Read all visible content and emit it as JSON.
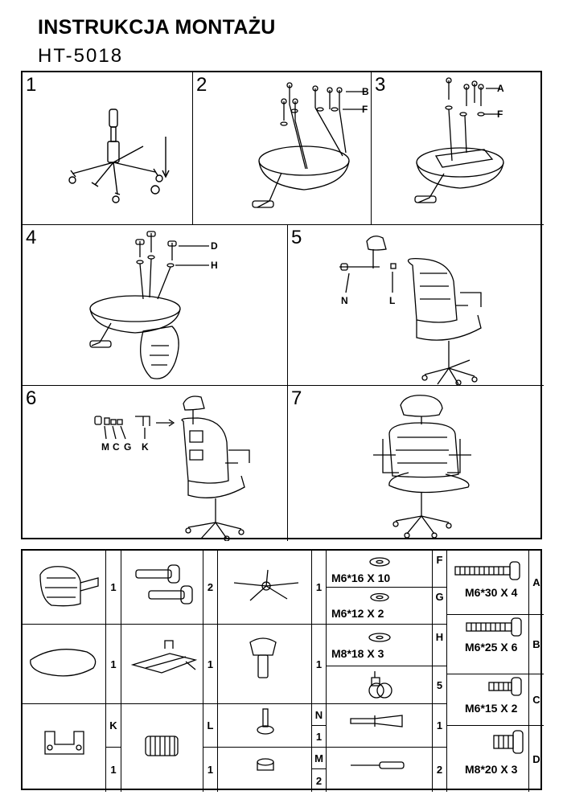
{
  "header": {
    "title": "INSTRUKCJA MONTAŻU",
    "model": "HT-5018"
  },
  "steps": [
    {
      "num": "1"
    },
    {
      "num": "2",
      "labels": [
        "B",
        "F"
      ]
    },
    {
      "num": "3",
      "labels": [
        "A",
        "F"
      ]
    },
    {
      "num": "4",
      "labels": [
        "D",
        "H"
      ]
    },
    {
      "num": "5",
      "labels": [
        "N",
        "L"
      ]
    },
    {
      "num": "6",
      "labels": [
        "M",
        "C",
        "G",
        "K"
      ]
    },
    {
      "num": "7"
    }
  ],
  "parts": {
    "backrest_qty": "1",
    "armrests_qty": "2",
    "base_qty": "1",
    "seat_qty": "1",
    "mechanism_qty": "1",
    "headrest_bracket_qty": "1",
    "castor_qty": "5",
    "gaslift_qty": "1",
    "k": {
      "letter": "K",
      "qty": "1"
    },
    "l": {
      "letter": "L",
      "qty": "1"
    },
    "n": {
      "letter": "N",
      "qty": "1"
    },
    "m": {
      "letter": "M",
      "qty": "2"
    },
    "washers": [
      {
        "spec": "M6*16  X 10",
        "letter": "F"
      },
      {
        "spec": "M6*12  X 2",
        "letter": "G"
      },
      {
        "spec": "M8*18  X 3",
        "letter": "H"
      }
    ],
    "screws": [
      {
        "spec": "M6*30  X 4",
        "letter": "A"
      },
      {
        "spec": "M6*25  X 6",
        "letter": "B"
      },
      {
        "spec": "M6*15  X 2",
        "letter": "C"
      },
      {
        "spec": "M8*20  X 3",
        "letter": "D"
      }
    ]
  }
}
